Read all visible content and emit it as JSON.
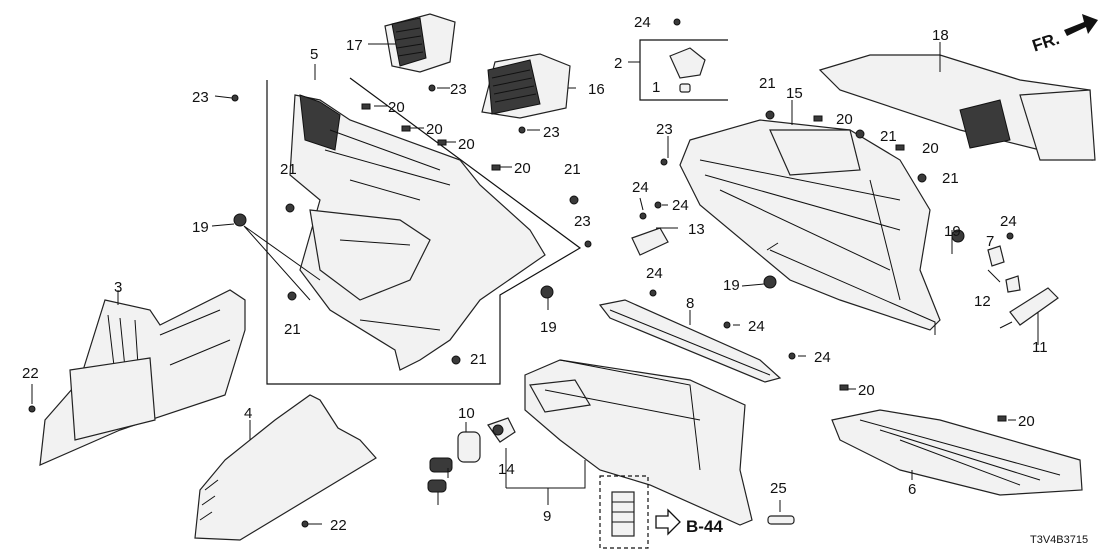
{
  "diagram": {
    "direction_label": "FR.",
    "page_reference": "B-44",
    "diagram_code": "T3V4B3715",
    "callouts": {
      "c1": "1",
      "c2": "2",
      "c3": "3",
      "c4": "4",
      "c5": "5",
      "c6": "6",
      "c7": "7",
      "c8": "8",
      "c9": "9",
      "c10": "10",
      "c11": "11",
      "c12": "12",
      "c13": "13",
      "c14": "14",
      "c15": "15",
      "c16": "16",
      "c17": "17",
      "c18": "18",
      "c19": "19",
      "c20": "20",
      "c21": "21",
      "c22": "22",
      "c23": "23",
      "c24": "24",
      "c25": "25"
    }
  }
}
